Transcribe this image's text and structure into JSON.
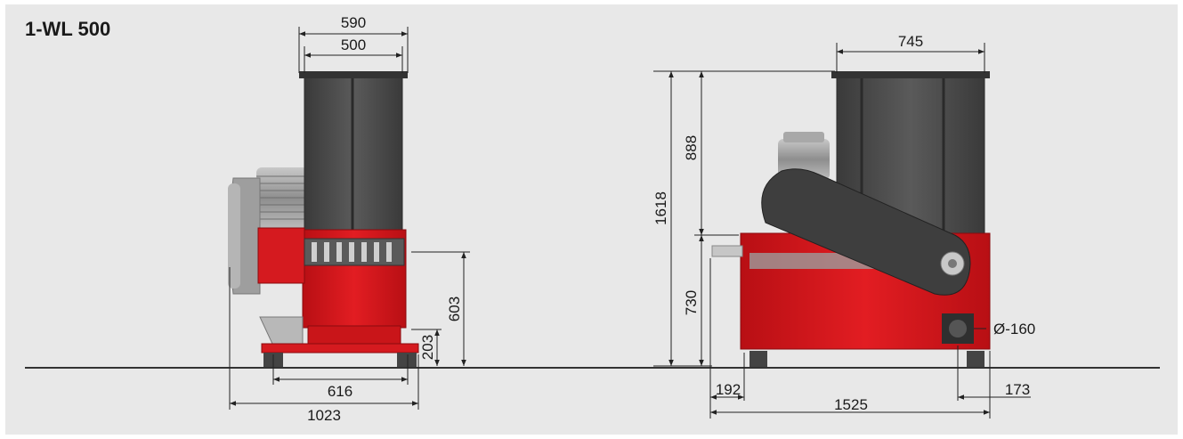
{
  "title": "1-WL 500",
  "colors": {
    "background": "#e8e8e8",
    "machine_red": "#d9161c",
    "hopper_gray": "#4a4a4a",
    "motor_gray": "#9a9a9a",
    "ground_line": "#333333"
  },
  "dimensions": {
    "front": {
      "hopper_outer": "590",
      "hopper_inner": "500",
      "rotor_height": "603",
      "outlet_height": "203",
      "foot_spacing": "616",
      "overall_width": "1023"
    },
    "side": {
      "hopper_width": "745",
      "total_height": "1618",
      "hopper_height": "888",
      "base_height": "730",
      "outlet_diameter": "Ø-160",
      "front_overhang": "192",
      "rear_overhang": "173",
      "overall_length": "1525"
    }
  }
}
